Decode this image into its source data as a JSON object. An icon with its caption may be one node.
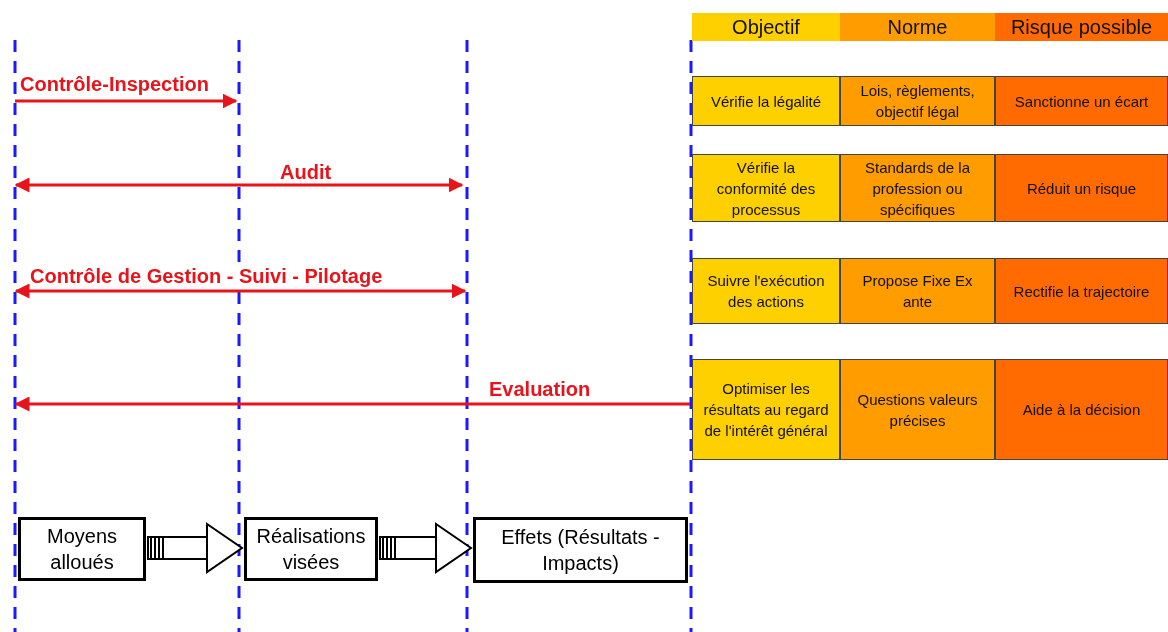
{
  "diagram": {
    "nodes": [
      {
        "text": [
          "Moyens alloués"
        ]
      },
      {
        "text": [
          "Réalisations visées"
        ]
      },
      {
        "text": [
          "Effets (Résultats - Impacts)"
        ]
      }
    ],
    "edges": [
      {
        "from": 0,
        "to": 1,
        "arrow": "to"
      },
      {
        "from": 1,
        "to": 2,
        "arrow": "to"
      }
    ],
    "labels": [
      "Objectif",
      "Norme",
      "Risque possible",
      "Contrôle-Inspection",
      "Vérifie la légalité",
      "Lois, règlements, objectif légal",
      "Sanctionne un écart",
      "Audit",
      "Vérifie la conformité des processus",
      "Standards de la profession ou spécifiques",
      "Réduit un risque",
      "Contrôle de Gestion - Suivi - Pilotage",
      "Suivre l'exécution des actions",
      "Propose Fixe Ex ante",
      "Rectifie la trajectoire",
      "Evaluation",
      "Optimiser les résultats au regard de l'intérêt général",
      "Questions valeurs précises",
      "Aide à la décision"
    ]
  }
}
